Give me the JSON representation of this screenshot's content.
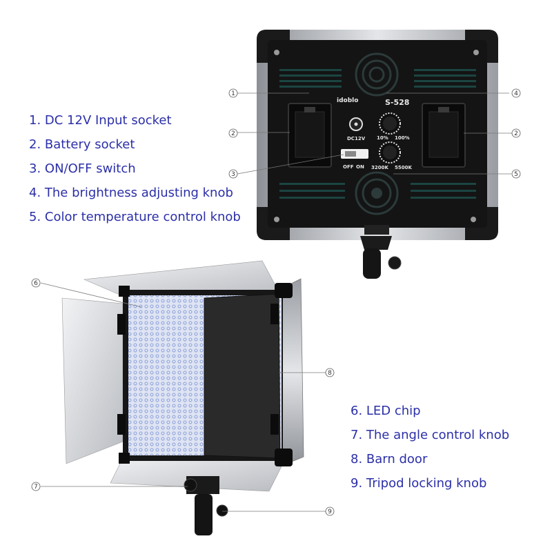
{
  "legend_top": [
    "1. DC 12V Input socket",
    "2. Battery socket",
    "3. ON/OFF switch",
    "4. The brightness adjusting knob",
    "5. Color temperature control knob"
  ],
  "legend_bottom": [
    "6. LED chip",
    "7. The angle control knob",
    "8. Barn door",
    "9. Tripod locking knob"
  ],
  "callouts": {
    "c1": "1",
    "c2a": "2",
    "c2b": "2",
    "c3": "3",
    "c4": "4",
    "c5": "5",
    "c6": "6",
    "c7": "7",
    "c8": "8",
    "c9": "9"
  },
  "panel": {
    "brand": "idoblo",
    "model": "S-528",
    "dc_label": "DC12V",
    "brightness_min": "10%",
    "brightness_max": "100%",
    "switch_off": "OFF",
    "switch_on": "ON",
    "temp_min": "3200K",
    "temp_max": "5500K"
  },
  "colors": {
    "legend_text": "#2b2fa8",
    "panel_black": "#111111",
    "frame_silver": "#b8bcc2",
    "led_blue": "#c8d2ee"
  }
}
